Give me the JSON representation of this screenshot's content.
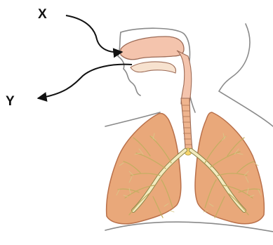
{
  "labels": {
    "x": "X",
    "y": "Y"
  },
  "colors": {
    "outline": "#8a8a8a",
    "nasal_fill": "#f4c4ad",
    "lung_fill": "#e9a87a",
    "lung_edge": "#b9704a",
    "airway_fill": "#f3ecc0",
    "airway_edge": "#8c8448",
    "trachea_fill": "#efb48e",
    "arrow": "#111111"
  },
  "icons": {
    "pointer_x": "curved-arrow",
    "pointer_y": "curved-arrow"
  }
}
